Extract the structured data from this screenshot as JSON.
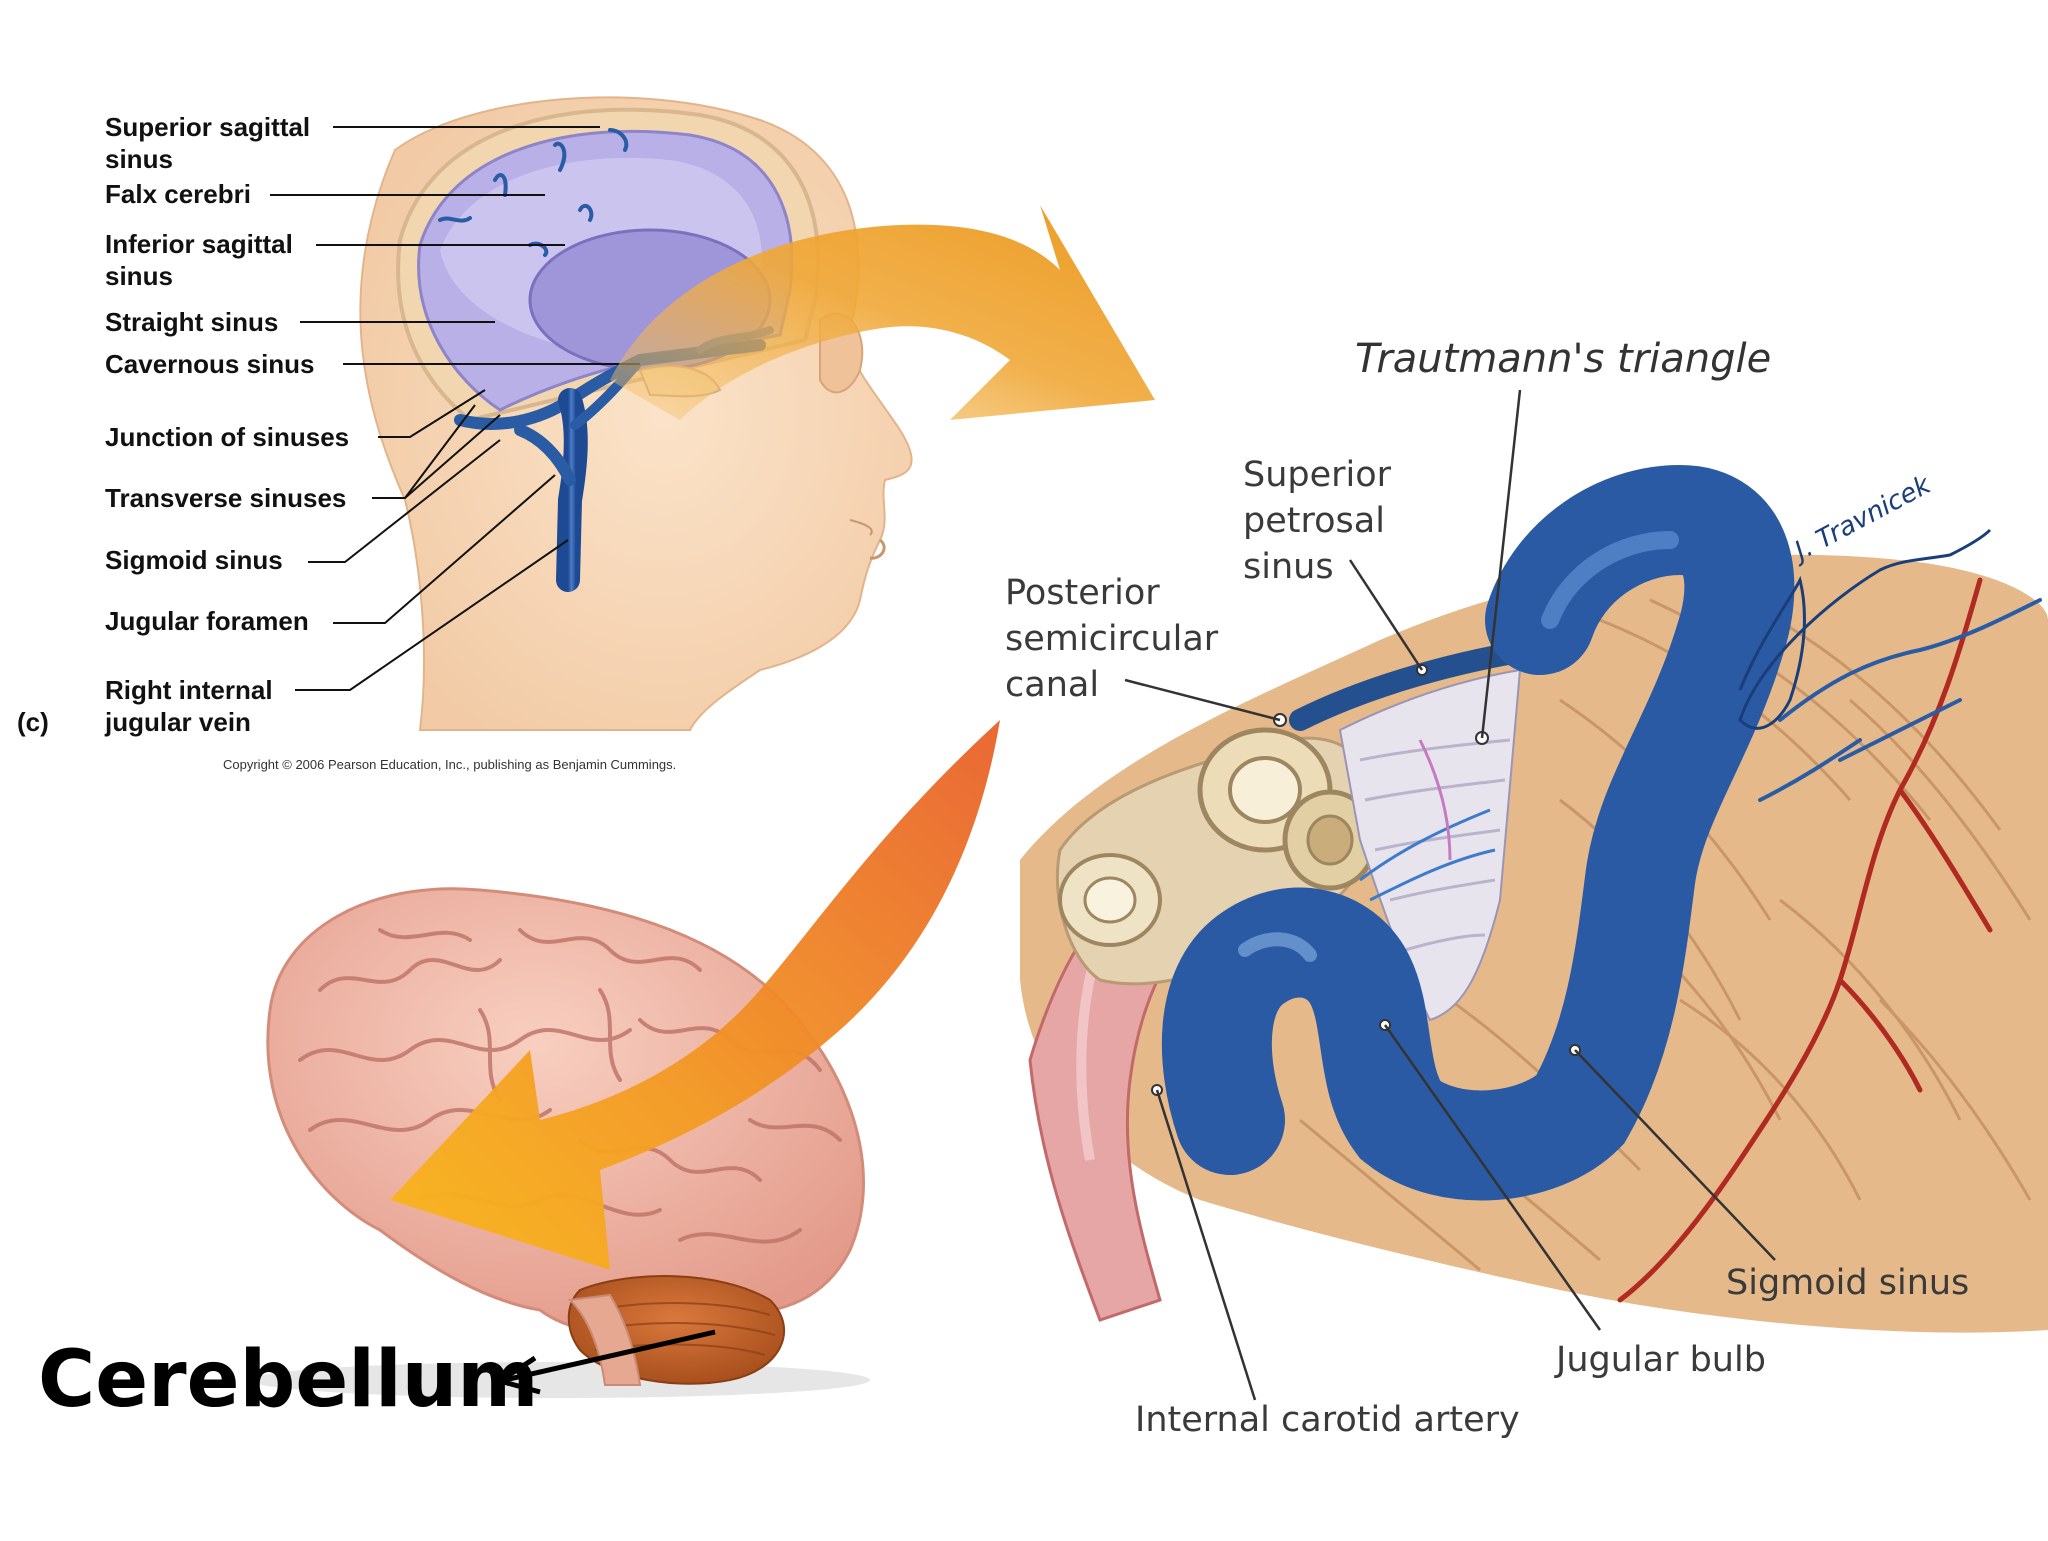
{
  "head_panel": {
    "labels": [
      "Superior sagittal\nsinus",
      "Falx cerebri",
      "Inferior sagittal\nsinus",
      "Straight sinus",
      "Cavernous sinus",
      "Junction of sinuses",
      "Transverse sinuses",
      "Sigmoid sinus",
      "Jugular foramen",
      "Right internal\njugular vein"
    ],
    "panel_letter": "(c)",
    "copyright": "Copyright © 2006 Pearson Education, Inc., publishing as Benjamin Cummings."
  },
  "brain_panel": {
    "label": "Cerebellum"
  },
  "detail_panel": {
    "title": "Trautmann's triangle",
    "labels": [
      "Superior\npetrosal\nsinus",
      "Posterior\nsemicircular\ncanal",
      "Sigmoid sinus",
      "Jugular bulb",
      "Internal carotid artery"
    ],
    "signature": "J. Travnicek"
  },
  "colors": {
    "arrow_orange": "#F0A030",
    "arrow_dark_orange": "#EE7A22",
    "vein_blue": "#2A5CA6",
    "brain_pink": "#EFB4A4",
    "cerebellum": "#C8662E"
  }
}
